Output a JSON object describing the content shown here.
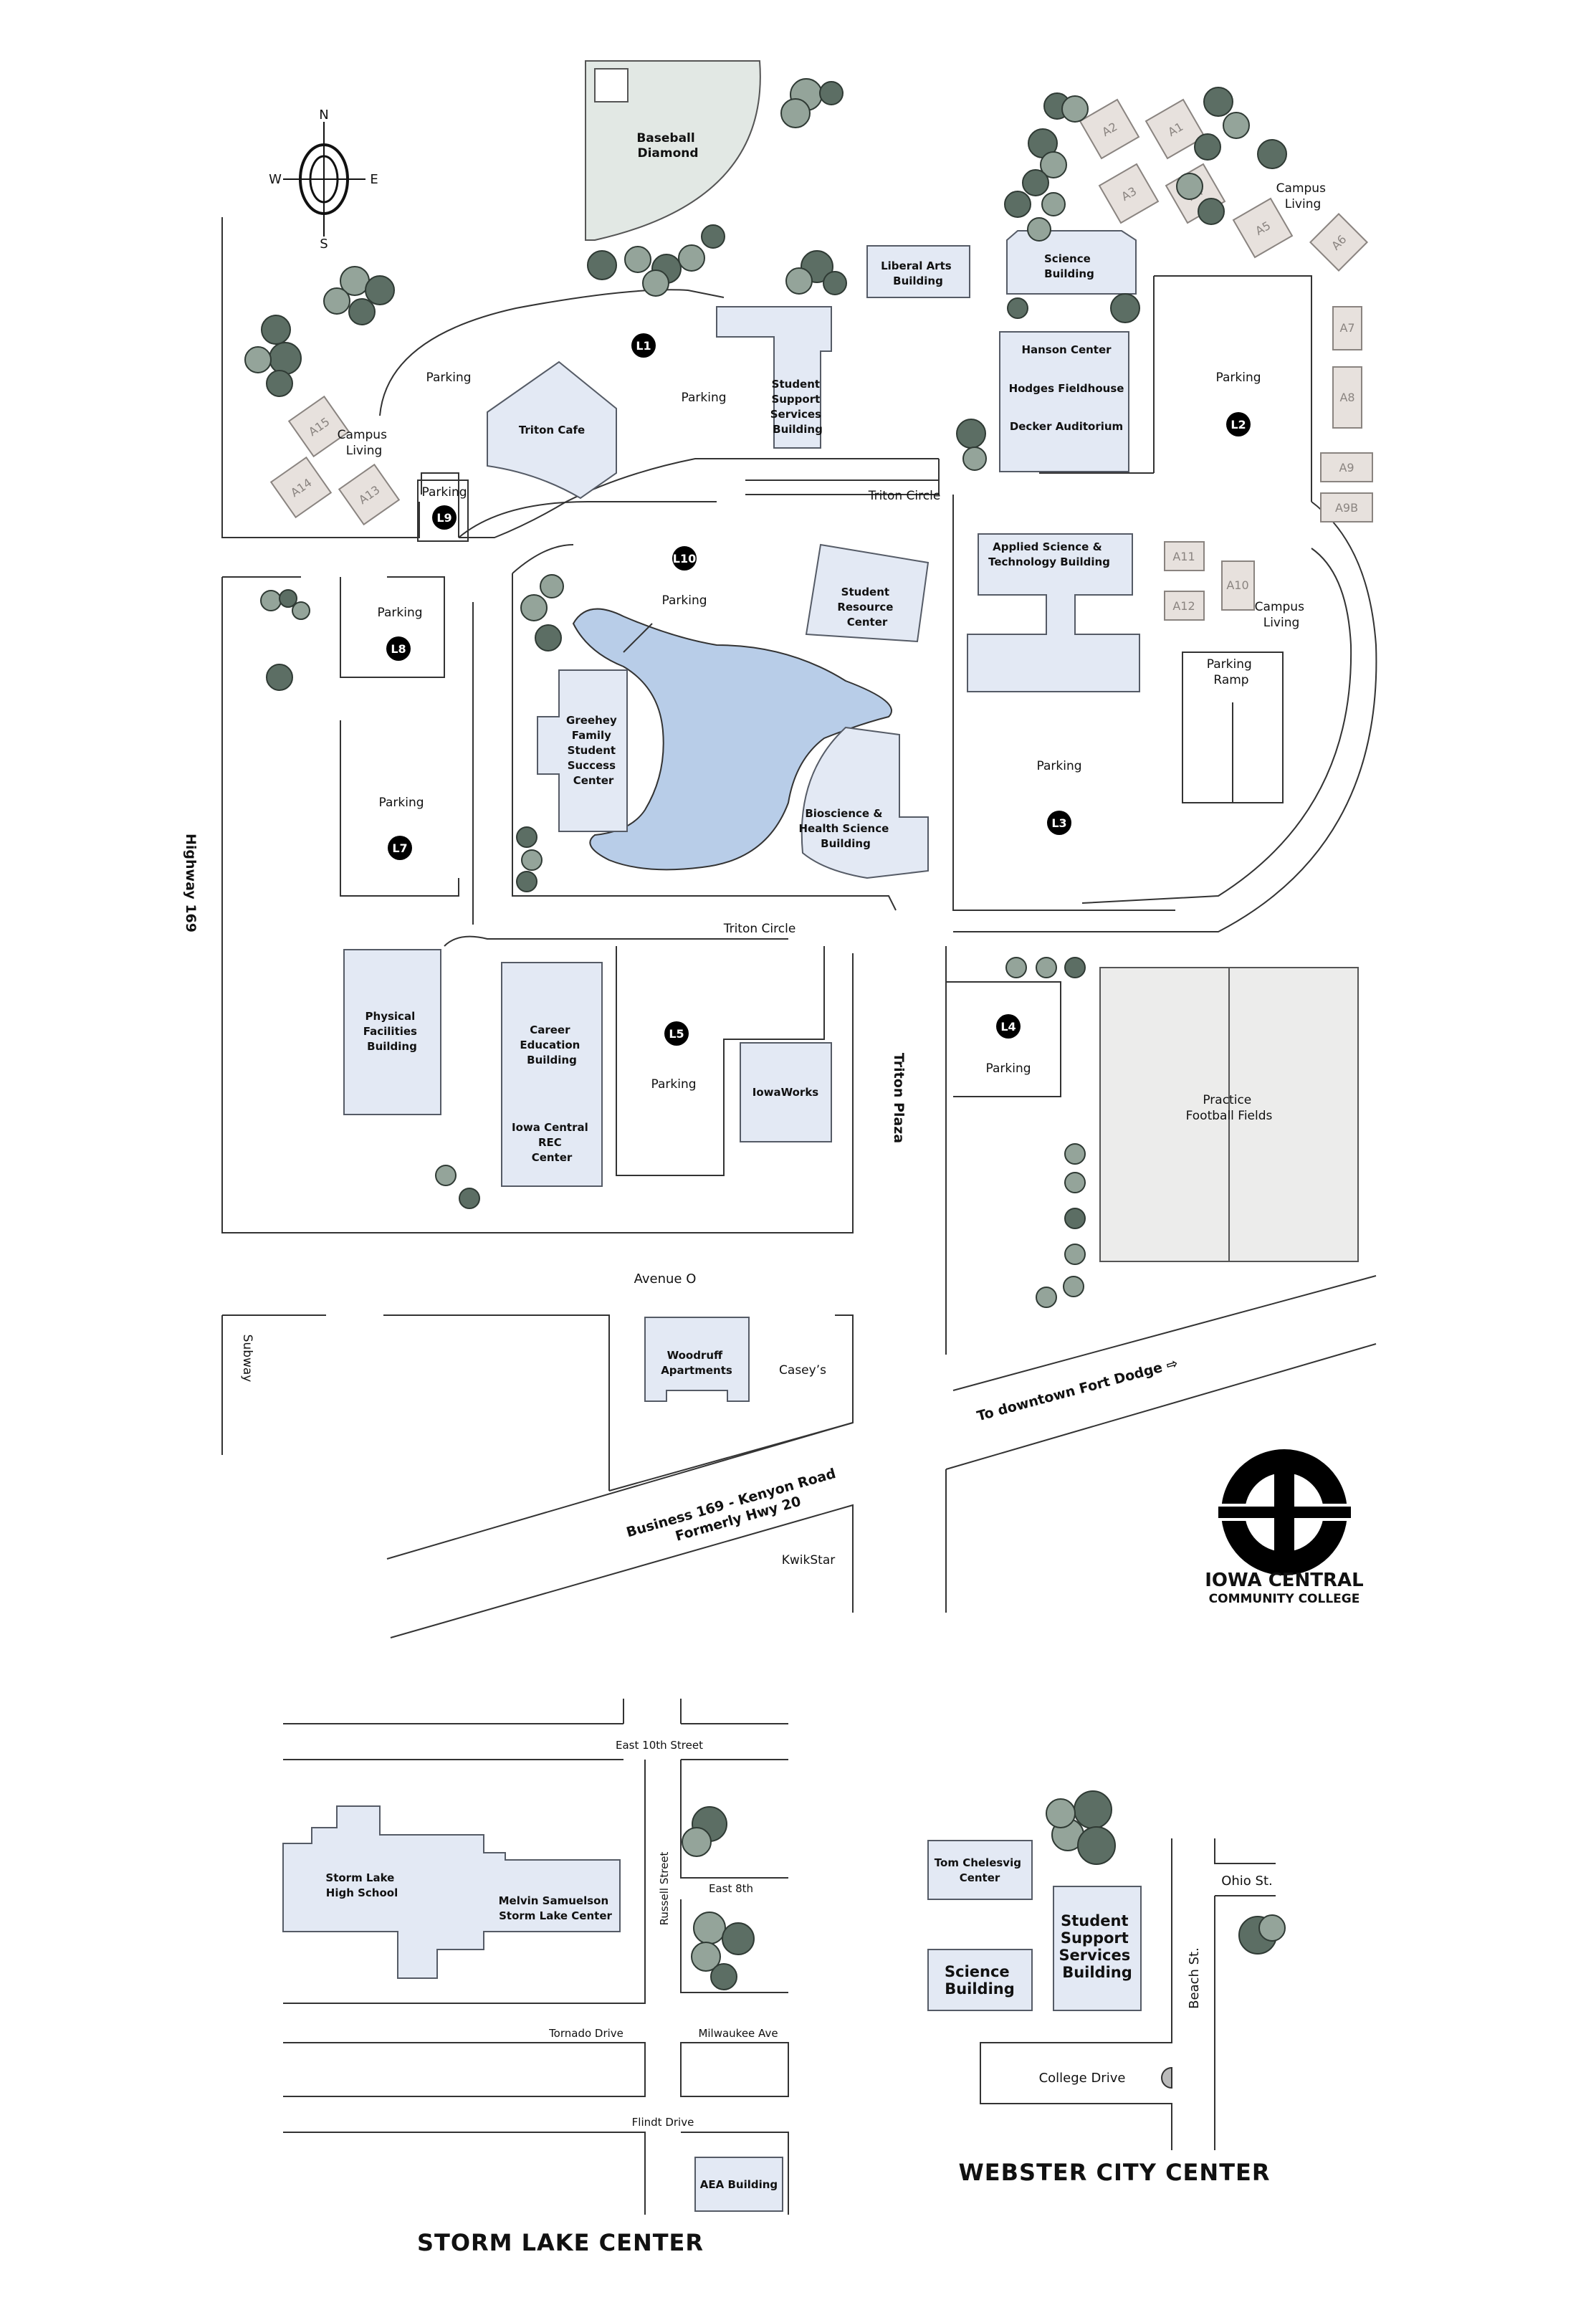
{
  "compass": {
    "n": "N",
    "s": "S",
    "e": "E",
    "w": "W"
  },
  "buildings": {
    "baseball": [
      "Baseball",
      "Diamond"
    ],
    "liberal_arts": [
      "Liberal Arts",
      "Building"
    ],
    "science": [
      "Science",
      "Building"
    ],
    "hanson": "Hanson Center",
    "hodges": "Hodges Fieldhouse",
    "decker": "Decker Auditorium",
    "student_support": [
      "Student",
      "Support",
      "Services",
      "Building"
    ],
    "triton_cafe": "Triton Cafe",
    "applied_science": [
      "Applied Science &",
      "Technology Building"
    ],
    "student_resource": [
      "Student",
      "Resource",
      "Center"
    ],
    "greehey": [
      "Greehey",
      "Family",
      "Student",
      "Success",
      "Center"
    ],
    "bioscience": [
      "Bioscience &",
      "Health Science",
      "Building"
    ],
    "physical_facilities": [
      "Physical",
      "Facilities",
      "Building"
    ],
    "career_education": [
      "Career",
      "Education",
      "Building"
    ],
    "rec_center": [
      "Iowa Central",
      "REC",
      "Center"
    ],
    "iowaworks": "IowaWorks",
    "practice_fields": [
      "Practice",
      "Football Fields"
    ],
    "woodruff": [
      "Woodruff",
      "Apartments"
    ],
    "parking_ramp": [
      "Parking",
      "Ramp"
    ]
  },
  "campus_living": [
    "Campus",
    "Living"
  ],
  "units": [
    "A1",
    "A2",
    "A3",
    "A4",
    "A5",
    "A6",
    "A7",
    "A8",
    "A9",
    "A9B",
    "A10",
    "A11",
    "A12",
    "A13",
    "A14",
    "A15"
  ],
  "parking_label": "Parking",
  "lots": [
    "L1",
    "L2",
    "L3",
    "L4",
    "L5",
    "L7",
    "L8",
    "L9",
    "L10"
  ],
  "roads": {
    "triton_circle": "Triton Circle",
    "highway": "Highway 169",
    "triton_plaza": "Triton Plaza",
    "avenue_o": "Avenue O",
    "subway": "Subway",
    "caseys": "Casey’s",
    "kwikstar": "KwikStar",
    "downtown": "To downtown Fort Dodge ⇨",
    "business": [
      "Business 169 - Kenyon Road",
      "Formerly Hwy 20"
    ]
  },
  "logo": {
    "line1": "IOWA CENTRAL",
    "line2": "COMMUNITY COLLEGE"
  },
  "storm_lake": {
    "title": "STORM LAKE CENTER",
    "high_school": [
      "Storm Lake",
      "High School"
    ],
    "samuelson": [
      "Melvin Samuelson",
      "Storm Lake Center"
    ],
    "aea": "AEA Building",
    "streets": {
      "tenth": "East 10th Street",
      "eighth": "East 8th",
      "russell": "Russell Street",
      "tornado": "Tornado Drive",
      "milwaukee": "Milwaukee Ave",
      "flindt": "Flindt Drive"
    }
  },
  "webster_city": {
    "title": "WEBSTER CITY CENTER",
    "chelesvig": [
      "Tom Chelesvig",
      "Center"
    ],
    "science": [
      "Science",
      "Building"
    ],
    "student_support": [
      "Student",
      "Support",
      "Services",
      "Building"
    ],
    "streets": {
      "ohio": "Ohio St.",
      "beach": "Beach St.",
      "college": "College Drive"
    }
  }
}
